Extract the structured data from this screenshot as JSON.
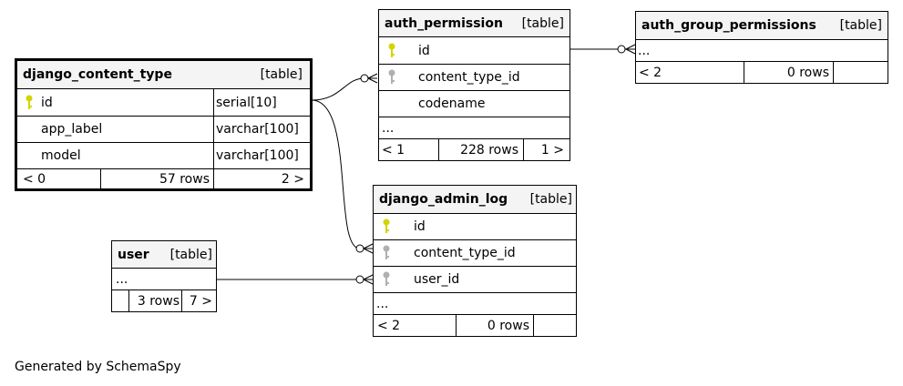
{
  "colors": {
    "primary_key": "#d4d400",
    "foreign_key": "#b0b0b0",
    "header_bg": "#f4f4f4"
  },
  "table_tag": "[table]",
  "tables": {
    "django_content_type": {
      "name": "django_content_type",
      "columns": [
        {
          "name": "id",
          "type": "serial[10]",
          "key": "primary-key-icon"
        },
        {
          "name": "app_label",
          "type": "varchar[100]"
        },
        {
          "name": "model",
          "type": "varchar[100]"
        }
      ],
      "footer": {
        "parents": "< 0",
        "rows": "57 rows",
        "children": "2 >"
      }
    },
    "auth_permission": {
      "name": "auth_permission",
      "columns": [
        {
          "name": "id",
          "key": "primary-key-icon"
        },
        {
          "name": "content_type_id",
          "key": "foreign-key-icon"
        },
        {
          "name": "codename"
        }
      ],
      "ellipsis": "...",
      "footer": {
        "parents": "< 1",
        "rows": "228 rows",
        "children": "1 >"
      }
    },
    "auth_group_permissions": {
      "name": "auth_group_permissions",
      "ellipsis": "...",
      "footer": {
        "parents": "< 2",
        "rows": "0 rows",
        "children": ""
      }
    },
    "django_admin_log": {
      "name": "django_admin_log",
      "columns": [
        {
          "name": "id",
          "key": "primary-key-icon"
        },
        {
          "name": "content_type_id",
          "key": "foreign-key-icon"
        },
        {
          "name": "user_id",
          "key": "foreign-key-icon"
        }
      ],
      "ellipsis": "...",
      "footer": {
        "parents": "",
        "rows": "0 rows",
        "children": "",
        "parents_label": "< 2"
      }
    },
    "user": {
      "name": "user",
      "ellipsis": "...",
      "footer": {
        "parents": "",
        "rows": "3 rows",
        "children": "7 >"
      }
    }
  },
  "footer_text": "Generated by SchemaSpy"
}
